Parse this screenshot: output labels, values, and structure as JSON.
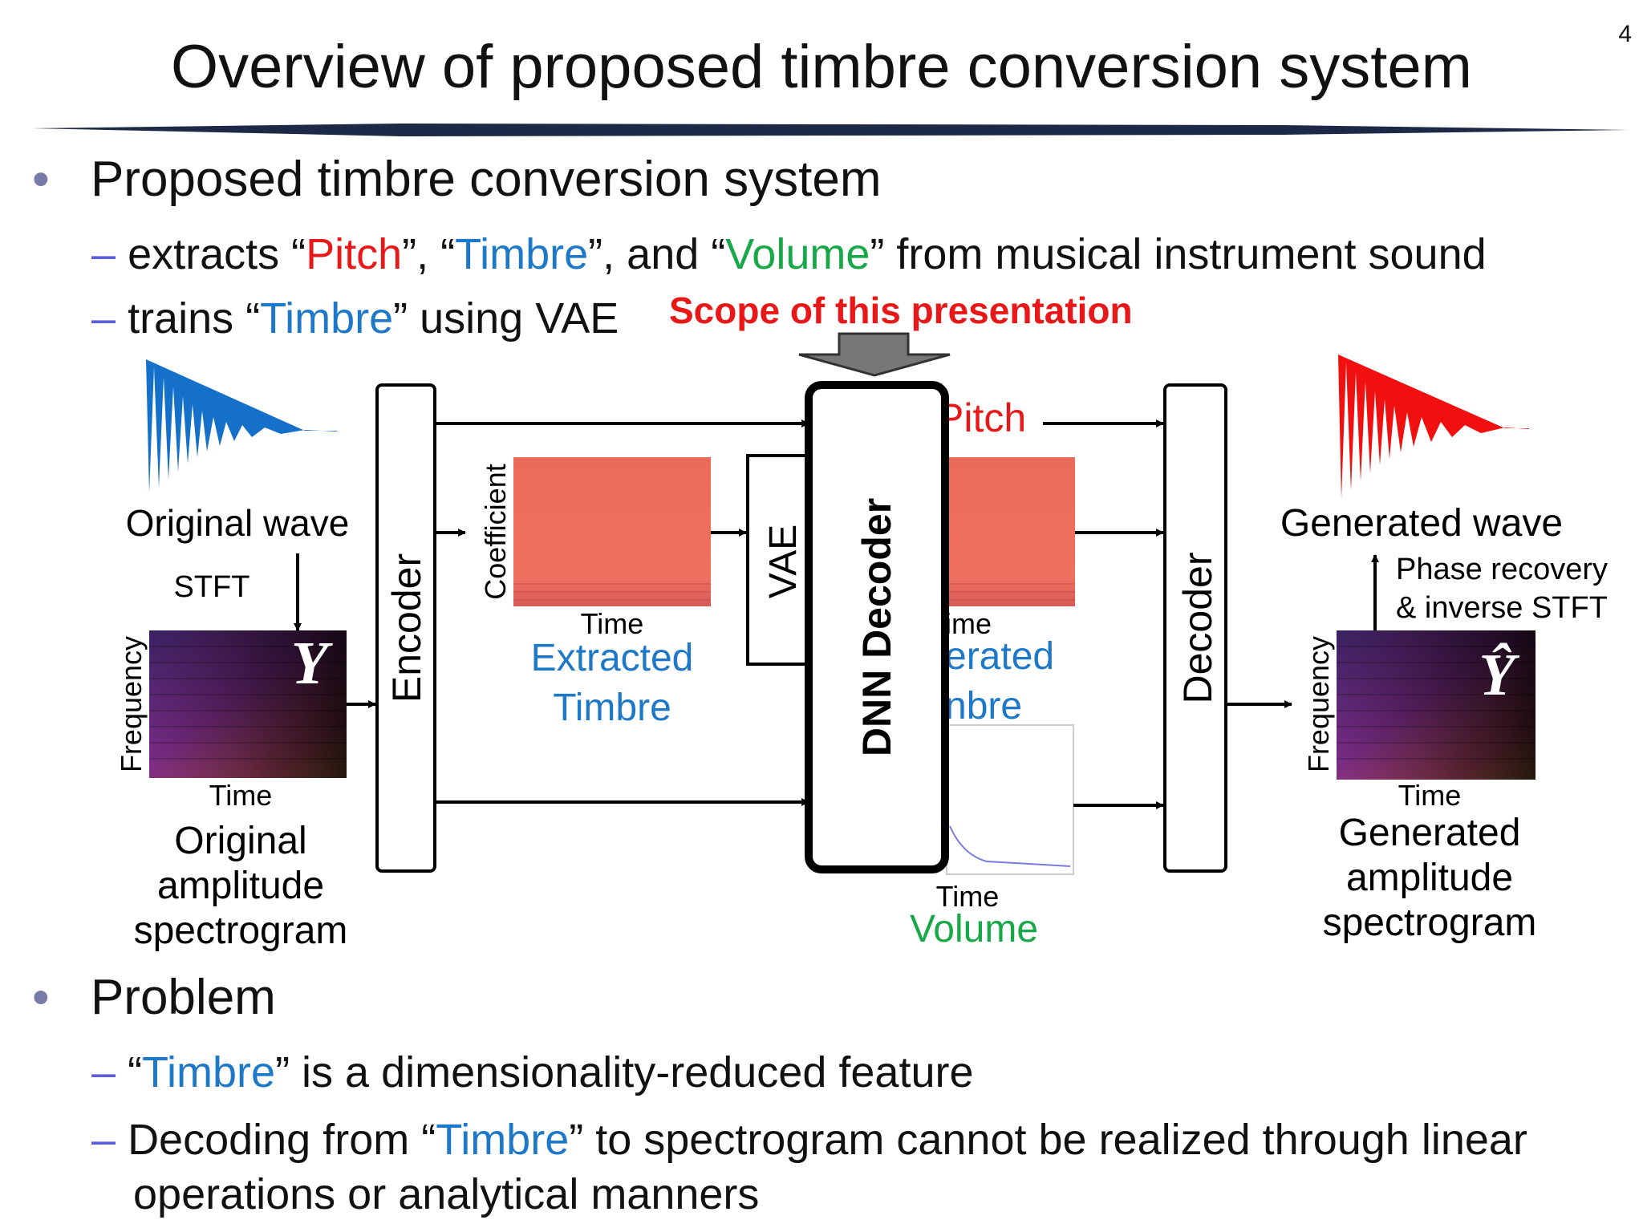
{
  "page_number": "4",
  "slide_title": "Overview of proposed timbre conversion system",
  "bullets": [
    {
      "heading": "Proposed timbre conversion system",
      "subs": [
        {
          "t1": "extracts “",
          "pitch": "Pitch",
          "t2": "”, “",
          "timbre": "Timbre",
          "t3": "”, and “",
          "volume": "Volume",
          "t4": "” from musical instrument sound"
        },
        {
          "t1": "trains “",
          "timbre": "Timbre",
          "t2": "” using VAE"
        }
      ]
    },
    {
      "heading": "Problem",
      "subs": [
        {
          "t1": "“",
          "timbre": "Timbre",
          "t2": "” is a dimensionality-reduced feature"
        },
        {
          "t1": "Decoding from “",
          "timbre": "Timbre",
          "t2": "” to spectrogram cannot be realized through linear",
          "t3": "operations or analytical manners"
        }
      ]
    }
  ],
  "diagram": {
    "scope_label": "Scope of this presentation",
    "original_wave": "Original wave",
    "stft": "STFT",
    "y_symbol": "Y",
    "y_hat_symbol": "Ŷ",
    "frequency": "Frequency",
    "time": "Time",
    "original_spec": [
      "Original",
      "amplitude",
      "spectrogram"
    ],
    "encoder": "Encoder",
    "coefficient": "Coefficient",
    "extracted_timbre": [
      "Extracted",
      "Timbre"
    ],
    "vae": "VAE",
    "dnn_decoder": "DNN Decoder",
    "pitch_partial": "Pitch",
    "generated_timbre_partial": [
      "erated",
      "nbre"
    ],
    "time_partial": "ime",
    "volume": "Volume",
    "decoder": "Decoder",
    "generated_wave": "Generated wave",
    "phase_recovery": [
      "Phase recovery",
      "& inverse STFT"
    ],
    "generated_spec": [
      "Generated",
      "amplitude",
      "spectrogram"
    ]
  },
  "colors": {
    "pitch": "#e81818",
    "timbre": "#1d78c8",
    "volume": "#18a848",
    "original_wave": "#1470c8",
    "generated_wave": "#f01010",
    "dash": "#5c5ce0",
    "title_rule": "#1c2a48"
  }
}
